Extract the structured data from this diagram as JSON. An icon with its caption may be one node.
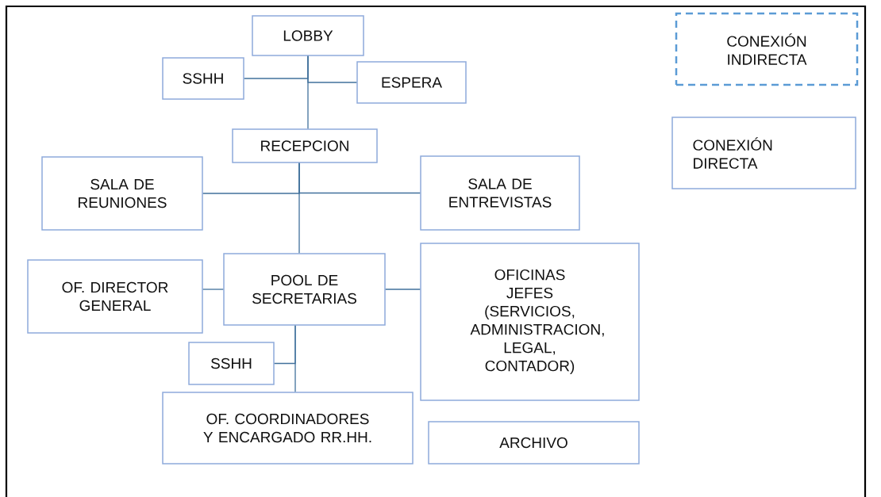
{
  "diagram": {
    "nodes": [
      {
        "text": [
          "LOBBY"
        ]
      },
      {
        "text": [
          "SSHH"
        ]
      },
      {
        "text": [
          "ESPERA"
        ]
      },
      {
        "text": [
          "RECEPCION"
        ]
      },
      {
        "text": [
          "SALA DE REUNIONES"
        ]
      },
      {
        "text": [
          "SALA DE ENTREVISTAS"
        ]
      },
      {
        "text": [
          "POOL DE SECRETARIAS"
        ]
      },
      {
        "text": [
          "OF. DIRECTOR GENERAL"
        ]
      },
      {
        "text": [
          "OFICINAS JEFES (SERVICIOS, ADMINISTRACION, LEGAL, CONTADOR)"
        ]
      },
      {
        "text": [
          "SSHH"
        ]
      },
      {
        "text": [
          "OF. COORDINADORES Y ENCARGADO RR.HH."
        ]
      },
      {
        "text": [
          "ARCHIVO"
        ]
      }
    ],
    "edges": [
      {
        "from": 0,
        "to": 3,
        "arrow": "none"
      },
      {
        "from": 1,
        "to": 0,
        "arrow": "none"
      },
      {
        "from": 2,
        "to": 0,
        "arrow": "none"
      },
      {
        "from": 3,
        "to": 6,
        "arrow": "none"
      },
      {
        "from": 4,
        "to": 3,
        "arrow": "none"
      },
      {
        "from": 5,
        "to": 3,
        "arrow": "none"
      },
      {
        "from": 6,
        "to": 7,
        "arrow": "none"
      },
      {
        "from": 6,
        "to": 8,
        "arrow": "none"
      },
      {
        "from": 6,
        "to": 10,
        "arrow": "none"
      },
      {
        "from": 9,
        "to": 6,
        "arrow": "none"
      }
    ],
    "legend": [
      {
        "text": "CONEXIÓN INDIRECTA"
      },
      {
        "text": "CONEXIÓN DIRECTA"
      }
    ]
  }
}
